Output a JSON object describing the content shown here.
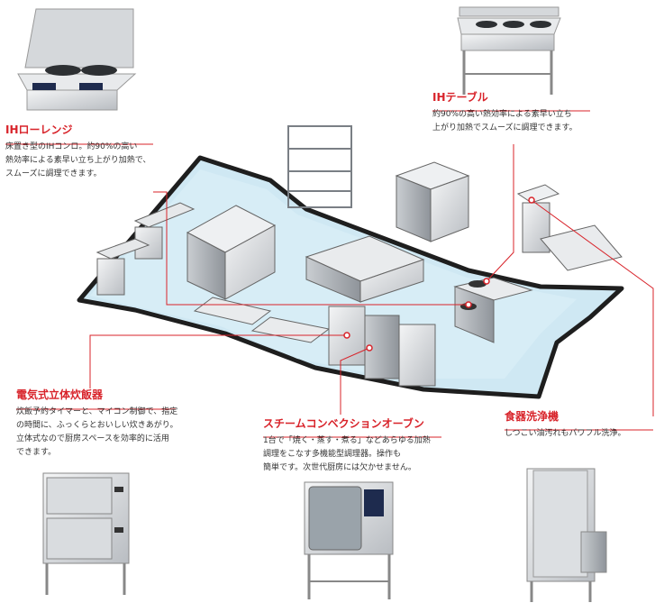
{
  "accent": "#d8232a",
  "floor_color": "#cfe8f3",
  "equipment": [
    {
      "id": "ih-range",
      "title": "IHローレンジ",
      "desc": [
        "床置き型のIHコンロ。約90%の高い",
        "熱効率による素早い立ち上がり加熱で、",
        "スムーズに調理できます。"
      ]
    },
    {
      "id": "ih-table",
      "title": "IHテーブル",
      "desc": [
        "約90%の高い熱効率による素早い立ち",
        "上がり加熱でスムーズに調理できます。"
      ]
    },
    {
      "id": "rice-cooker",
      "title": "電気式立体炊飯器",
      "desc": [
        "炊飯予約タイマーと、マイコン制御で、指定",
        "の時間に、ふっくらとおいしい炊きあがり。",
        "立体式なので厨房スペースを効率的に活用",
        "できます。"
      ]
    },
    {
      "id": "steam-oven",
      "title": "スチームコンベクションオーブン",
      "desc": [
        "1台で「焼く・蒸す・煮る」などあらゆる加熱",
        "調理をこなす多機能型調理器。操作も",
        "簡単です。次世代厨房には欠かせません。"
      ]
    },
    {
      "id": "dishwasher",
      "title": "食器洗浄機",
      "desc": [
        "しつこい油汚れもパワフル洗浄。"
      ]
    }
  ]
}
